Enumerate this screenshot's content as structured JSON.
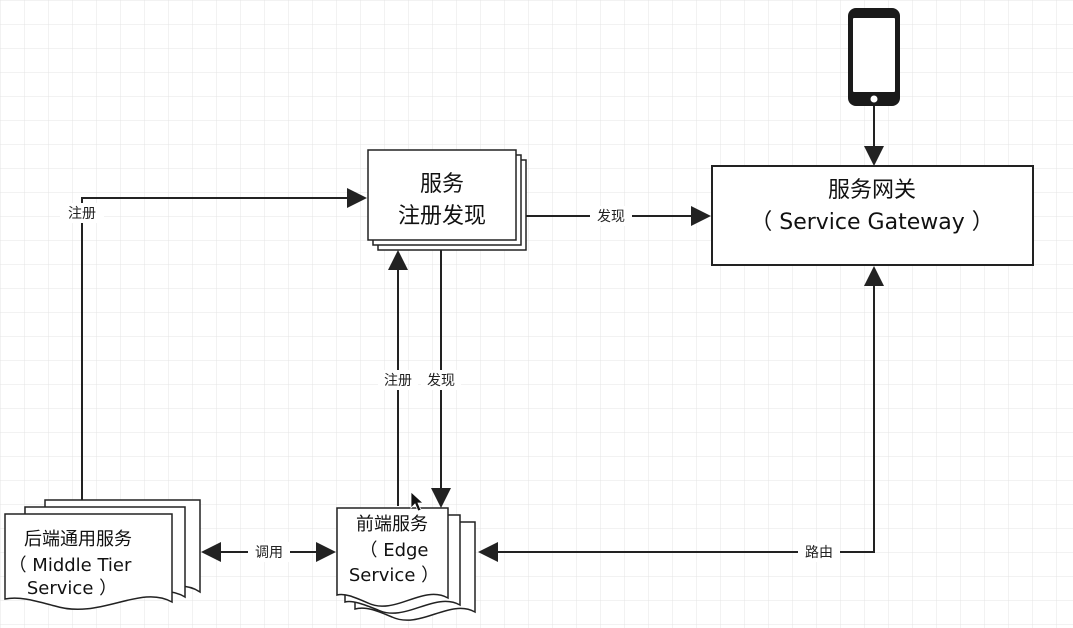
{
  "colors": {
    "grid": "#e4e4e4",
    "stroke": "#222222",
    "background": "#ffffff"
  },
  "icons": {
    "phone": "smartphone-icon",
    "cursor": "mouse-cursor-icon"
  },
  "nodes": {
    "registry": {
      "line1": "服务",
      "line2": "注册发现"
    },
    "gateway": {
      "line1": "服务网关",
      "line2": "（ Service Gateway ）"
    },
    "middle_tier": {
      "line1": "后端通用服务",
      "line2": "（ Middle Tier",
      "line3": "Service ）"
    },
    "edge": {
      "line1": "前端服务",
      "line2": "（ Edge",
      "line3": "Service ）"
    }
  },
  "edges": {
    "middle_to_registry": "注册",
    "registry_to_gateway": "发现",
    "edge_to_registry": "注册",
    "registry_to_edge": "发现",
    "middle_edge": "调用",
    "gateway_edge": "路由"
  }
}
